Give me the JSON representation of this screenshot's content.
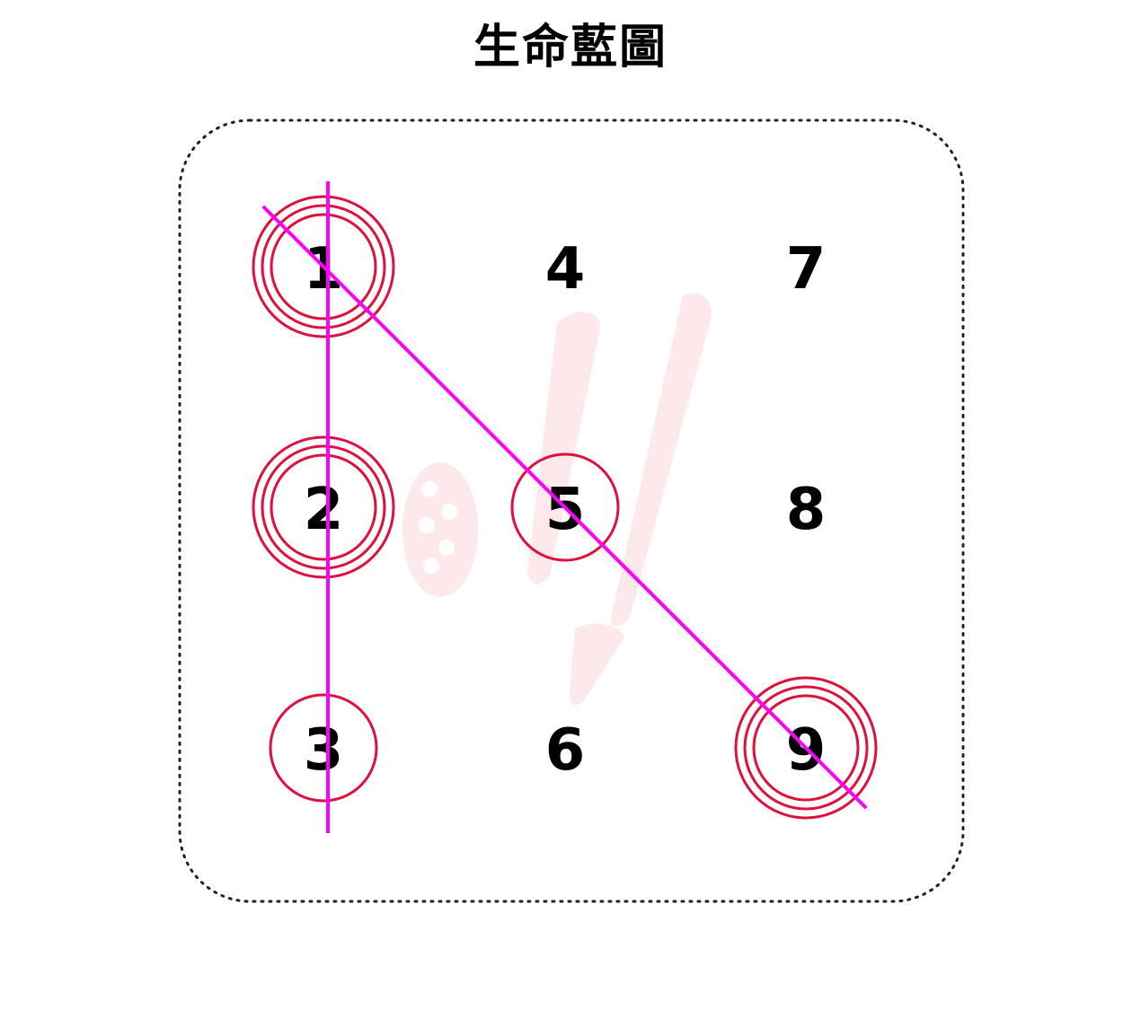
{
  "title": "生命藍圖",
  "colors": {
    "circle": "#E0103C",
    "line": "#FF00FF",
    "frame": "#222222",
    "watermark": "#FDEAEE",
    "text": "#000000"
  },
  "cells": [
    {
      "number": "1",
      "rings": 3
    },
    {
      "number": "2",
      "rings": 3
    },
    {
      "number": "3",
      "rings": 1
    },
    {
      "number": "4",
      "rings": 0
    },
    {
      "number": "5",
      "rings": 1
    },
    {
      "number": "6",
      "rings": 0
    },
    {
      "number": "7",
      "rings": 0
    },
    {
      "number": "8",
      "rings": 0
    },
    {
      "number": "9",
      "rings": 3
    }
  ],
  "lines": [
    {
      "name": "line-1-2-3",
      "numbers": [
        "1",
        "2",
        "3"
      ]
    },
    {
      "name": "line-1-5-9",
      "numbers": [
        "1",
        "5",
        "9"
      ]
    }
  ]
}
